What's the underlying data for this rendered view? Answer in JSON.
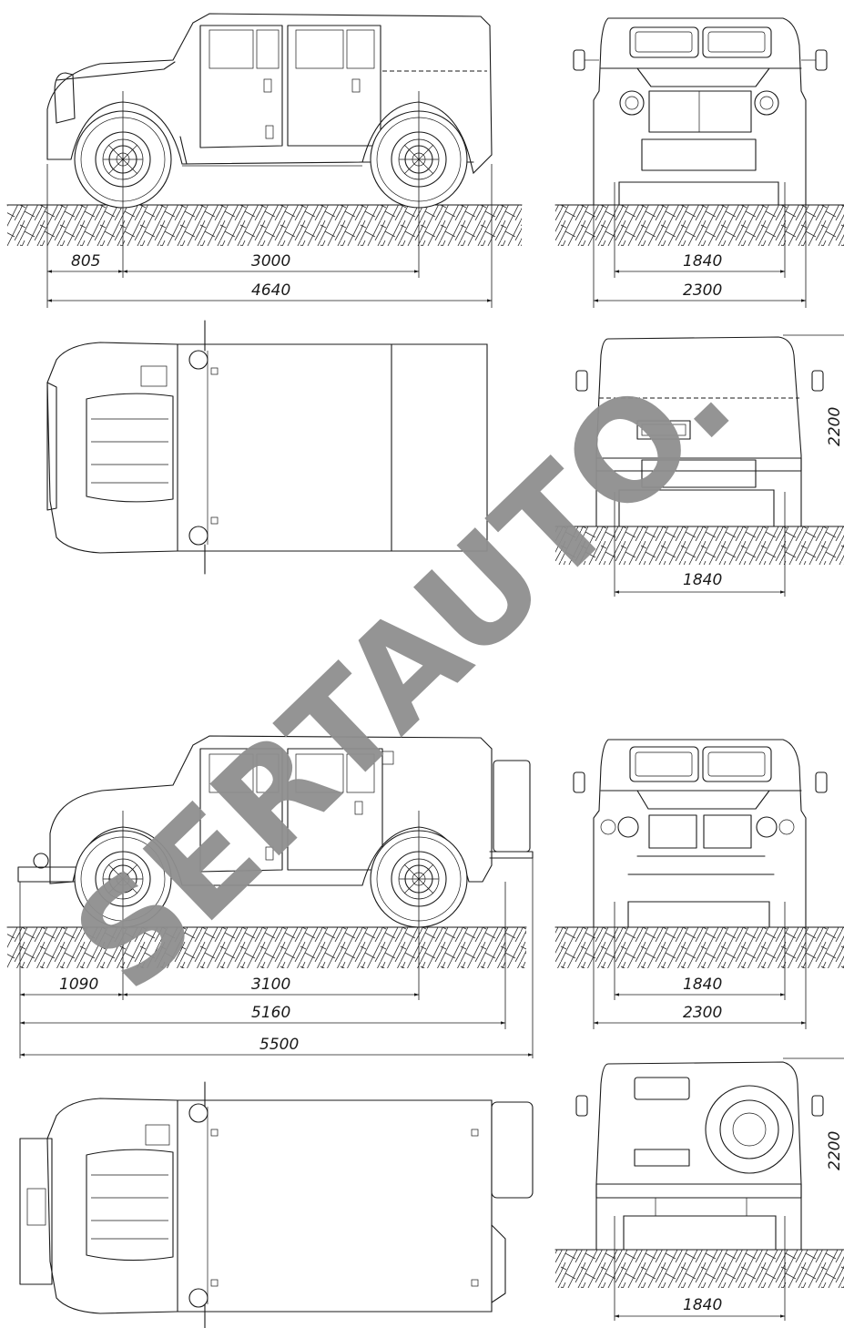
{
  "watermark": "SERTAUTO.",
  "views": {
    "side_short": {
      "overhang": "805",
      "wheelbase": "3000",
      "length": "4640"
    },
    "front_short": {
      "track": "1840",
      "width": "2300"
    },
    "rear_short": {
      "height": "2200",
      "track": "1840"
    },
    "side_long": {
      "overhang": "1090",
      "wheelbase": "3100",
      "length_body": "5160",
      "length_total": "5500"
    },
    "front_long": {
      "track": "1840",
      "width": "2300"
    },
    "rear_long": {
      "height": "2200",
      "track": "1840"
    }
  }
}
